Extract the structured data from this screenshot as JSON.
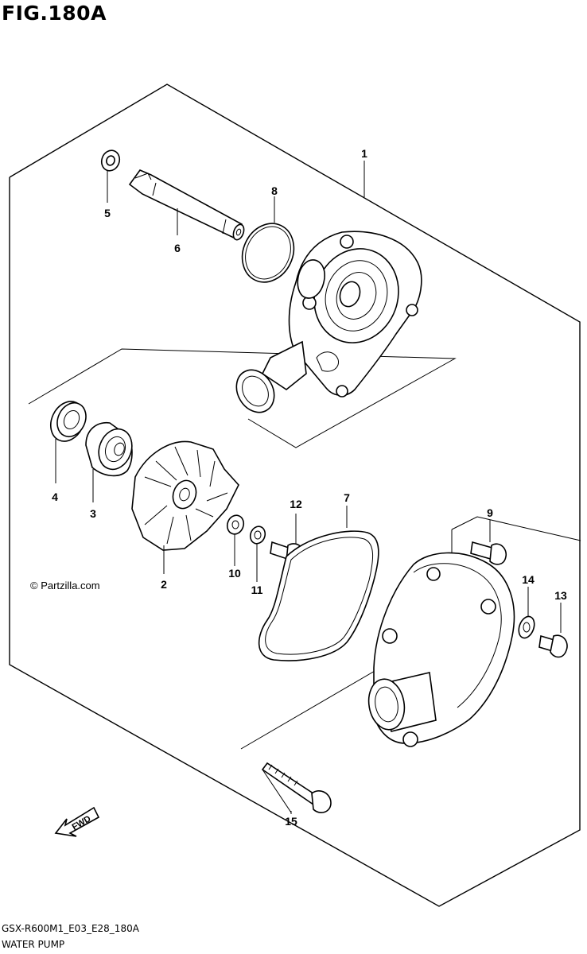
{
  "figure": {
    "title": "FIG.180A",
    "model_code": "GSX-R600M1_E03_E28_180A",
    "section": "WATER PUMP",
    "watermark": "© Partzilla.com",
    "fwd_label": "FWD"
  },
  "callouts": [
    {
      "id": "1",
      "label": "1"
    },
    {
      "id": "2",
      "label": "2"
    },
    {
      "id": "3",
      "label": "3"
    },
    {
      "id": "4",
      "label": "4"
    },
    {
      "id": "5",
      "label": "5"
    },
    {
      "id": "6",
      "label": "6"
    },
    {
      "id": "7",
      "label": "7"
    },
    {
      "id": "8",
      "label": "8"
    },
    {
      "id": "9",
      "label": "9"
    },
    {
      "id": "10",
      "label": "10"
    },
    {
      "id": "11",
      "label": "11"
    },
    {
      "id": "12",
      "label": "12"
    },
    {
      "id": "13",
      "label": "13"
    },
    {
      "id": "14",
      "label": "14"
    },
    {
      "id": "15",
      "label": "15"
    }
  ]
}
